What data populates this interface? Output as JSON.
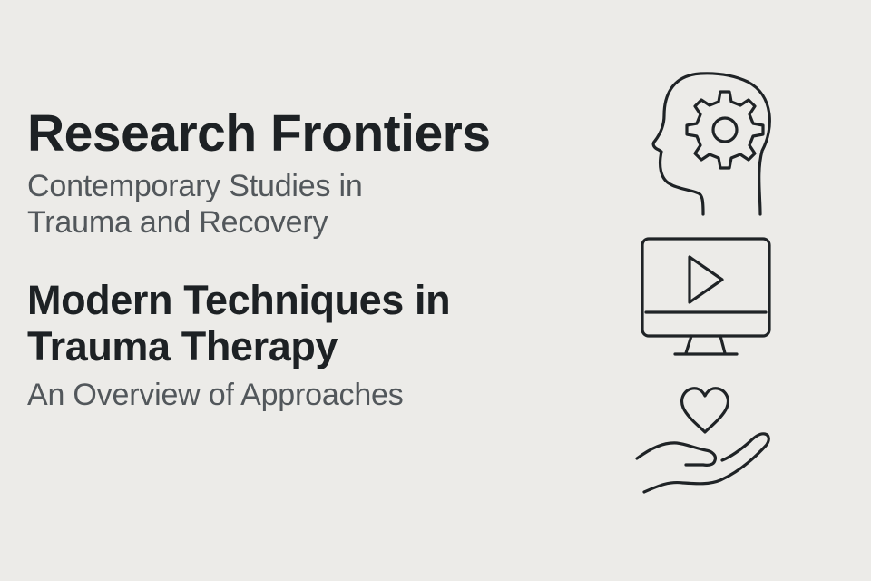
{
  "header": {
    "title": "Research Frontiers",
    "subtitle": "Contemporary Studies in Trauma and Recovery"
  },
  "section": {
    "title": "Modern Techniques in Trauma Therapy",
    "subtitle": "An Overview of Approaches"
  },
  "icons": [
    "head-gear-icon",
    "monitor-play-icon",
    "heart-hand-icon"
  ],
  "colors": {
    "background": "#ecebe8",
    "heading": "#1d2124",
    "subheading": "#52575b",
    "icon_stroke": "#1f2326"
  }
}
